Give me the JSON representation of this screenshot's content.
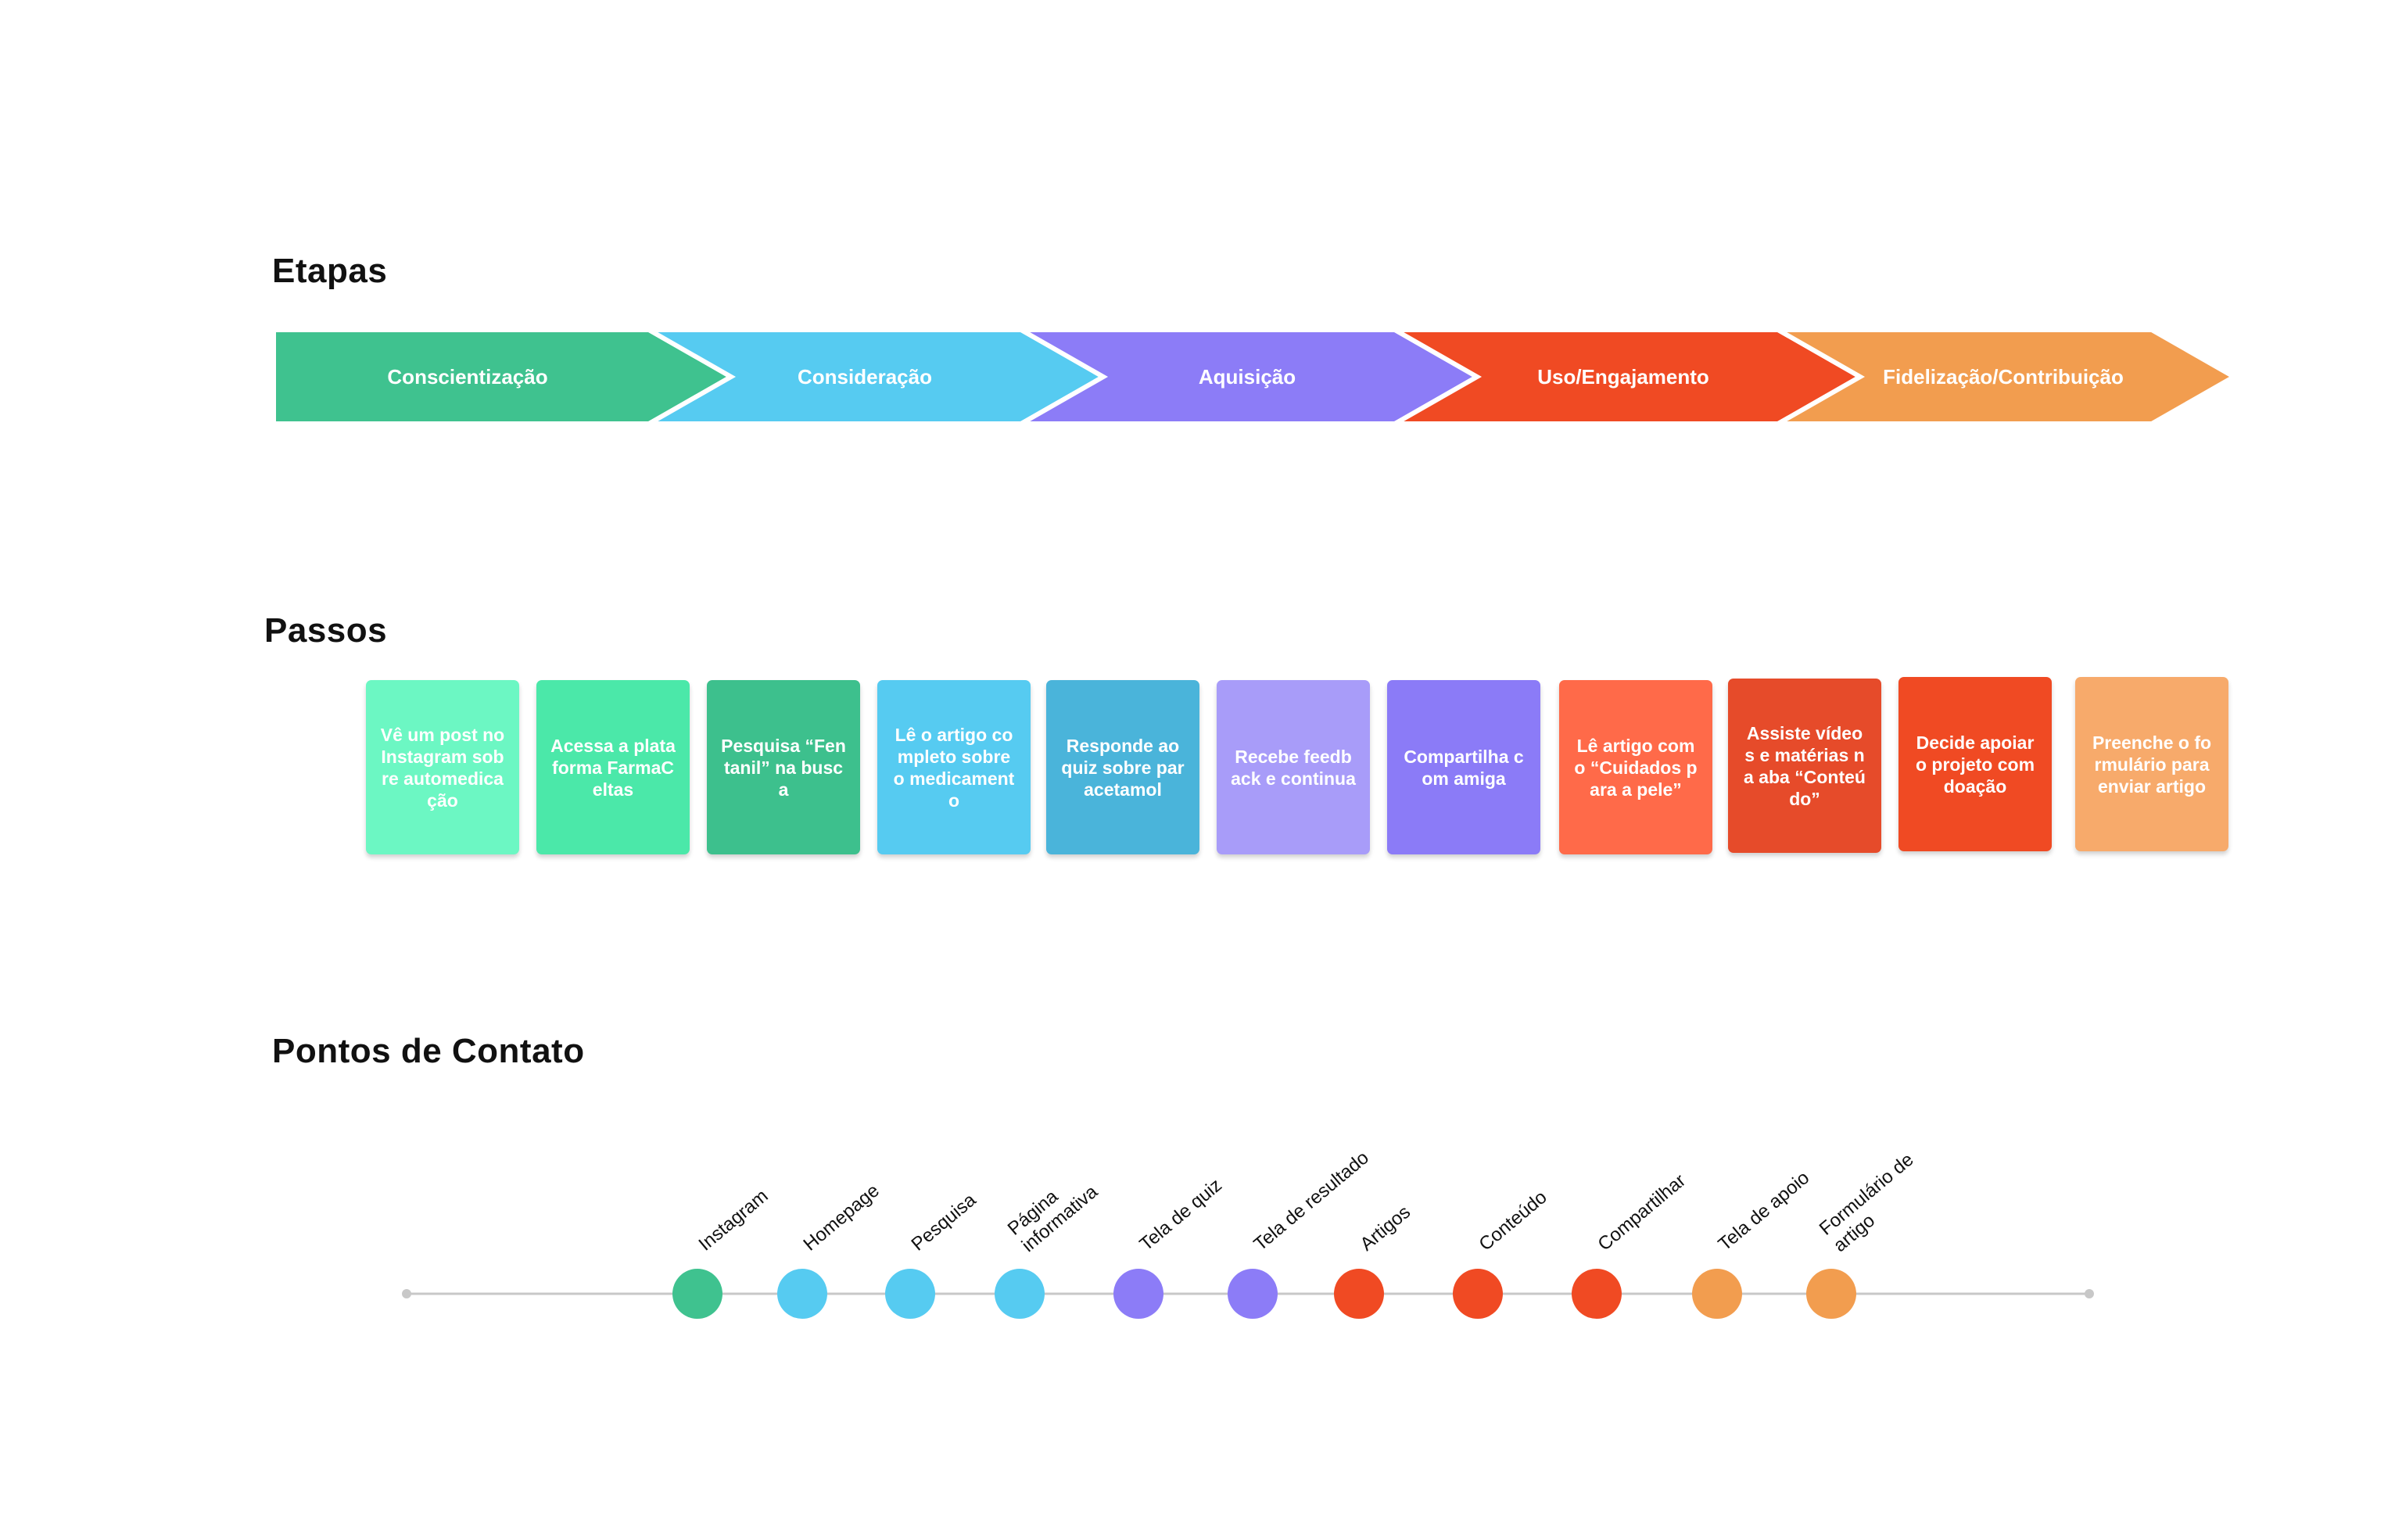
{
  "sections": {
    "etapas": "Etapas",
    "passos": "Passos",
    "pontos": "Pontos de Contato"
  },
  "stages": [
    {
      "label": "Conscientização",
      "color": "#3FC28F"
    },
    {
      "label": "Consideração",
      "color": "#56CBF1"
    },
    {
      "label": "Aquisição",
      "color": "#8C7CF7"
    },
    {
      "label": "Uso/Engajamento",
      "color": "#F04A23"
    },
    {
      "label": "Fidelização/Contribuição",
      "color": "#F29D4F"
    }
  ],
  "steps": [
    {
      "text": "Vê um post no Instagram sobre automedicação",
      "color": "#6CF7C3"
    },
    {
      "text": "Acessa a plataforma FarmaCeltas",
      "color": "#4BE8A9"
    },
    {
      "text": "Pesquisa “Fentanil” na busca",
      "color": "#3DC08D"
    },
    {
      "text": "Lê o artigo completo sobre o medicamento",
      "color": "#56CBF1"
    },
    {
      "text": "Responde ao quiz sobre paracetamol",
      "color": "#4AB4DA"
    },
    {
      "text": "Recebe feedback e continua",
      "color": "#A89CF9"
    },
    {
      "text": "Compartilha com amiga",
      "color": "#8B7BF7"
    },
    {
      "text": "Lê artigo como “Cuidados para a pele”",
      "color": "#FF6A49"
    },
    {
      "text": "Assiste vídeos e matérias na aba “Conteúdo”",
      "color": "#E64B2A"
    },
    {
      "text": "Decide apoiar o projeto com doação",
      "color": "#F04A23"
    },
    {
      "text": "Preenche o formulário para enviar artigo",
      "color": "#F7AA6B"
    }
  ],
  "touchpoints": [
    {
      "label": "Instagram",
      "color": "#3FC28F"
    },
    {
      "label": "Homepage",
      "color": "#56CBF1"
    },
    {
      "label": "Pesquisa",
      "color": "#56CBF1"
    },
    {
      "label": "Página informativa",
      "color": "#56CBF1"
    },
    {
      "label": "Tela de quiz",
      "color": "#8C7CF7"
    },
    {
      "label": "Tela de resultado",
      "color": "#8C7CF7"
    },
    {
      "label": "Artigos",
      "color": "#F04A23"
    },
    {
      "label": "Conteúdo",
      "color": "#F04A23"
    },
    {
      "label": "Compartilhar",
      "color": "#F04A23"
    },
    {
      "label": "Tela de apoio",
      "color": "#F29D4F"
    },
    {
      "label": "Formulário de artigo",
      "color": "#F29D4F"
    }
  ],
  "timeline_color": "#C8C8C8"
}
